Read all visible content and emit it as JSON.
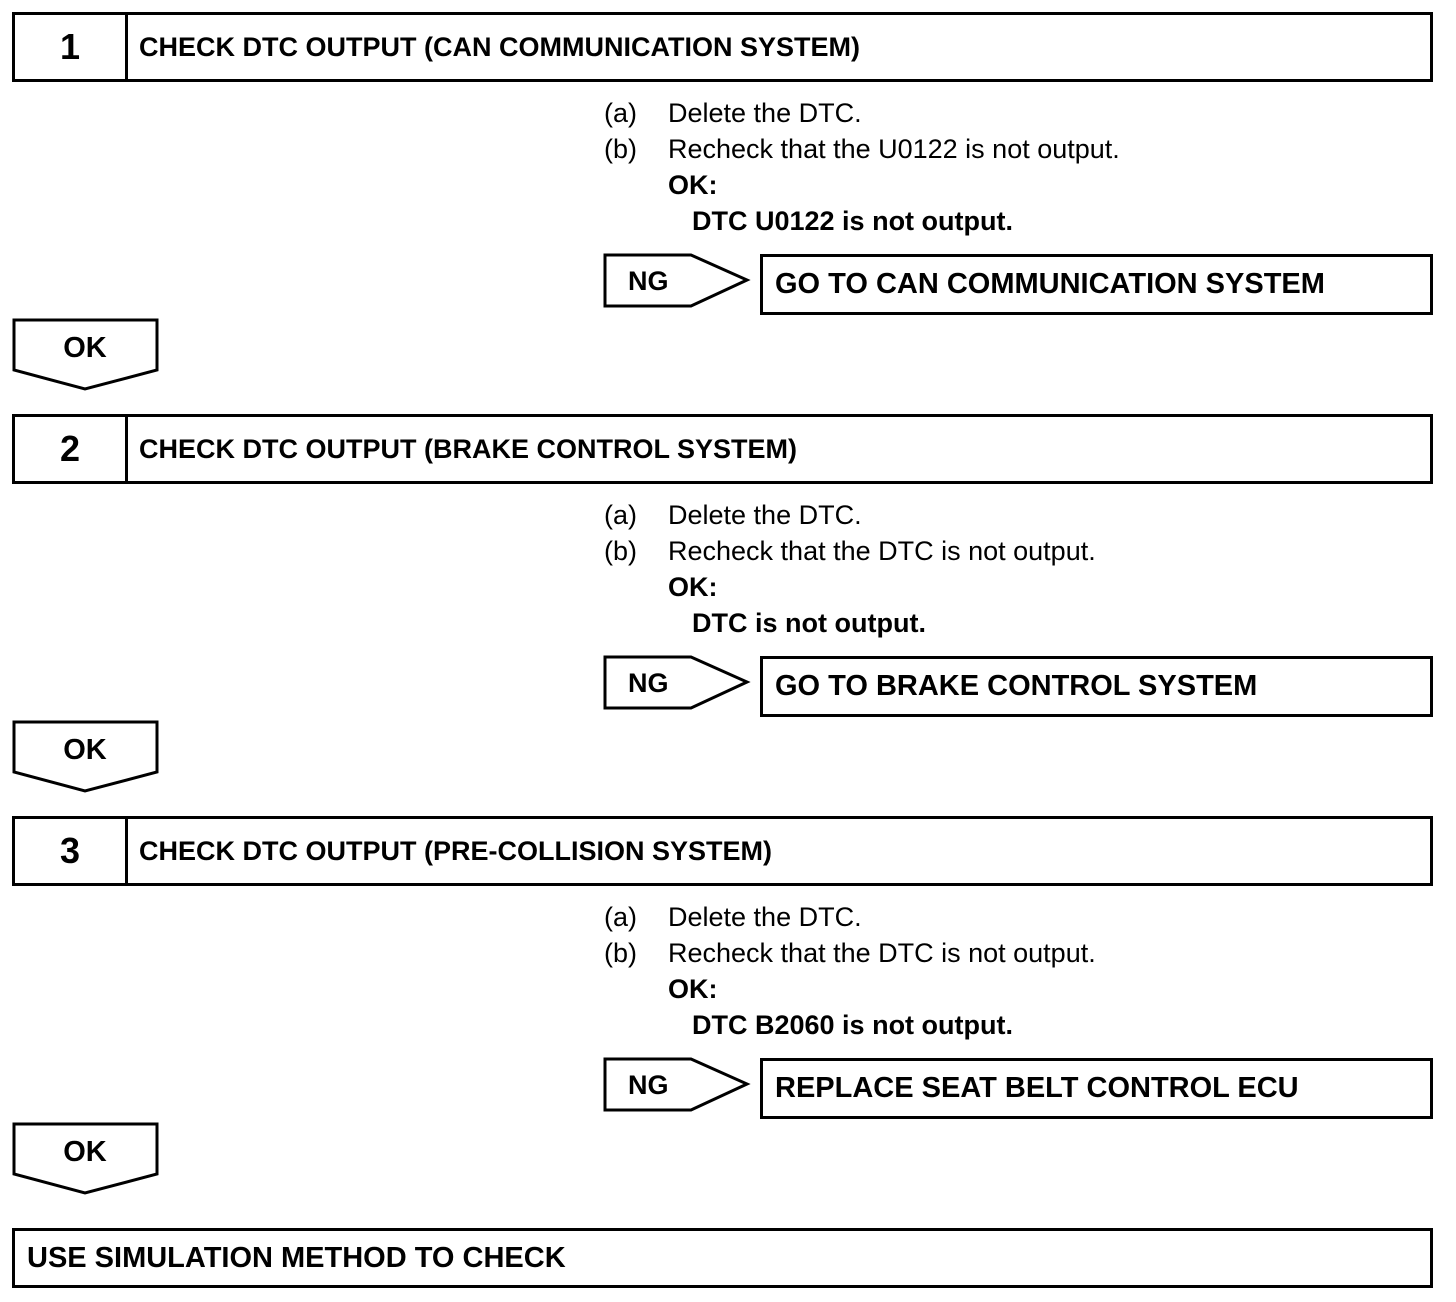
{
  "steps": [
    {
      "number": "1",
      "title": "CHECK DTC OUTPUT (CAN COMMUNICATION SYSTEM)",
      "instructions": [
        {
          "label": "(a)",
          "text": "Delete the DTC."
        },
        {
          "label": "(b)",
          "text": "Recheck that the U0122 is not output."
        }
      ],
      "ok_label": "OK:",
      "ok_condition": "DTC U0122 is not output.",
      "ng_label": "NG",
      "ng_result": "GO TO CAN COMMUNICATION SYSTEM",
      "next_label": "OK"
    },
    {
      "number": "2",
      "title": "CHECK DTC OUTPUT (BRAKE CONTROL SYSTEM)",
      "instructions": [
        {
          "label": "(a)",
          "text": "Delete the DTC."
        },
        {
          "label": "(b)",
          "text": "Recheck that the DTC is not output."
        }
      ],
      "ok_label": "OK:",
      "ok_condition": "DTC is not output.",
      "ng_label": "NG",
      "ng_result": "GO TO BRAKE CONTROL SYSTEM",
      "next_label": "OK"
    },
    {
      "number": "3",
      "title": "CHECK DTC OUTPUT (PRE-COLLISION SYSTEM)",
      "instructions": [
        {
          "label": "(a)",
          "text": "Delete the DTC."
        },
        {
          "label": "(b)",
          "text": "Recheck that the DTC is not output."
        }
      ],
      "ok_label": "OK:",
      "ok_condition": "DTC B2060 is not output.",
      "ng_label": "NG",
      "ng_result": "REPLACE SEAT BELT CONTROL ECU",
      "next_label": "OK"
    }
  ],
  "final": {
    "text": "USE SIMULATION METHOD TO CHECK"
  }
}
